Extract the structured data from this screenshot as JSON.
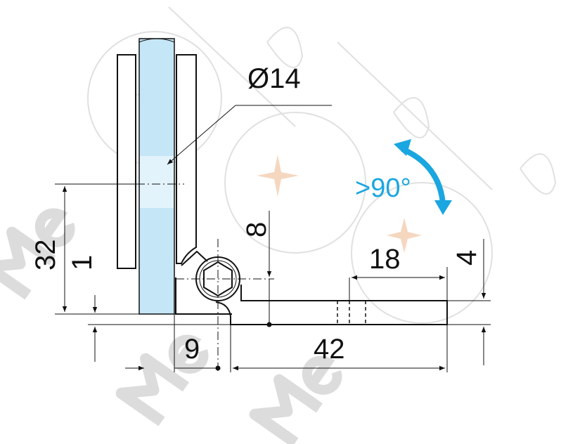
{
  "drawing": {
    "diameter_label": "Ø14",
    "angle_label": ">90°",
    "dimensions": {
      "height_32": "32",
      "offset_1": "1",
      "offset_8": "8",
      "length_18": "18",
      "thickness_4": "4",
      "offset_9": "9",
      "length_42": "42"
    },
    "watermark": "Me",
    "colors": {
      "glass": "#c5e6f6",
      "arrow": "#1aa6e0",
      "line": "#111111",
      "watermark": "#d8d8d8"
    }
  }
}
